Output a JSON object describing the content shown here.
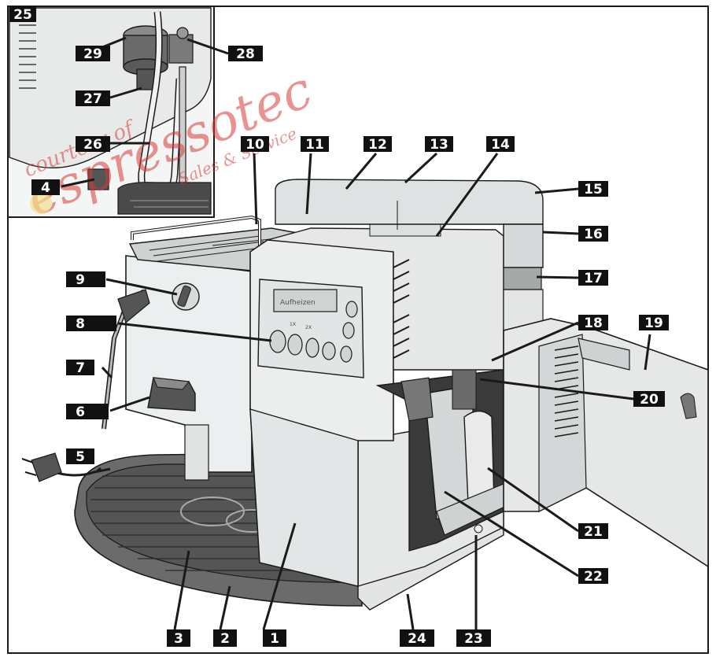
{
  "diagram": {
    "callouts": [
      "1",
      "2",
      "3",
      "4",
      "5",
      "6",
      "7",
      "8",
      "9",
      "10",
      "11",
      "12",
      "13",
      "14",
      "15",
      "16",
      "17",
      "18",
      "19",
      "20",
      "21",
      "22",
      "23",
      "24",
      "25",
      "26",
      "27",
      "28",
      "29"
    ],
    "display_text": "Aufheizen",
    "button_labels": [
      "1X",
      "2X"
    ]
  },
  "watermark": {
    "line1": "courtesy of",
    "line2": "espressotec",
    "line3": "Sales & Service"
  },
  "colors": {
    "line": "#1a1a1a",
    "label_bg": "#111111",
    "label_fg": "#ffffff",
    "body": "#eceeee",
    "body_shade": "#d8dada",
    "tray": "#6e6e6e",
    "watermark_red": "#d83a3a",
    "watermark_yellow": "#f2cf3c"
  }
}
